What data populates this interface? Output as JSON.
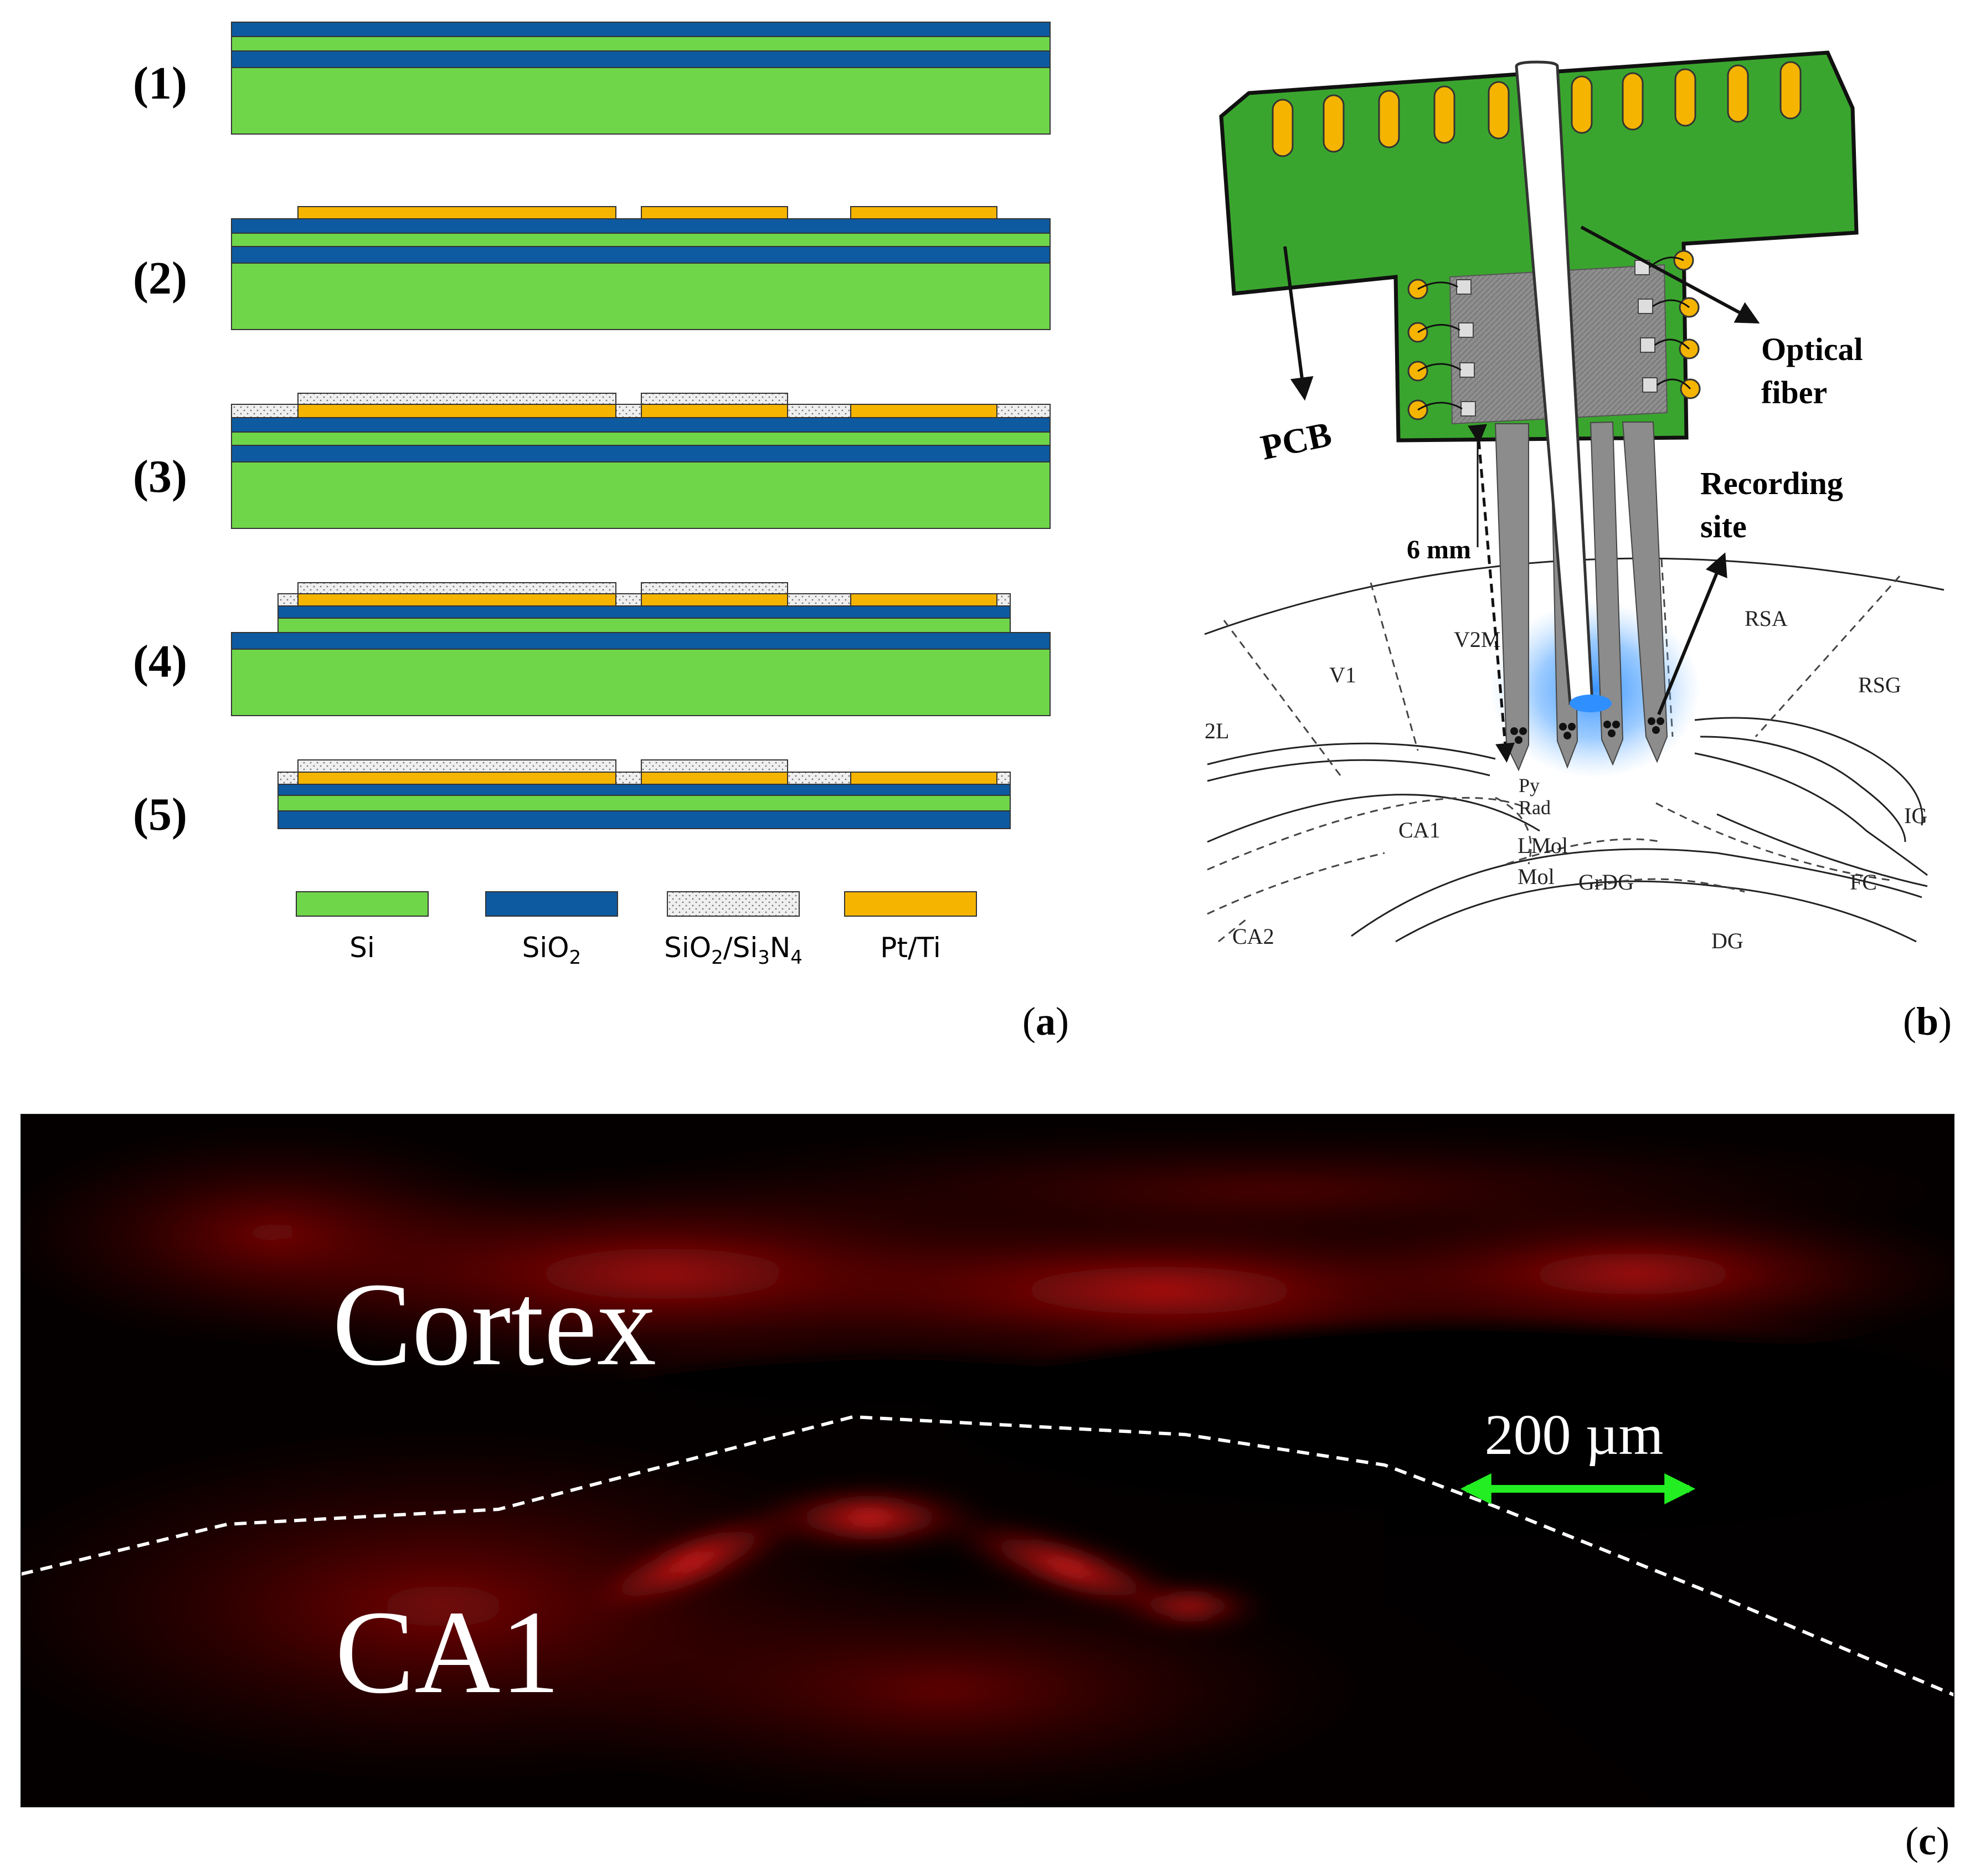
{
  "panel_a": {
    "steps": [
      "(1)",
      "(2)",
      "(3)",
      "(4)",
      "(5)"
    ],
    "legend": [
      {
        "name": "Si",
        "color": "#6fd64a"
      },
      {
        "name": "SiO2",
        "color": "#0e5aa0"
      },
      {
        "name": "SiO2/Si3N4",
        "color": "#e8e8e8"
      },
      {
        "name": "Pt/Ti",
        "color": "#f4b400"
      }
    ],
    "legend_text": {
      "si": "Si",
      "sio2_main": "SiO",
      "sio2_sub": "2",
      "nitride_a": "SiO",
      "nitride_b": "2",
      "nitride_c": "/Si",
      "nitride_d": "3",
      "nitride_e": "N",
      "nitride_f": "4",
      "ptti": "Pt/Ti"
    },
    "label": {
      "open": "(",
      "letter": "a",
      "close": ")"
    }
  },
  "panel_b": {
    "labels": {
      "pcb": "PCB",
      "optical_fiber_1": "Optical",
      "optical_fiber_2": "fiber",
      "recording_1": "Recording",
      "recording_2": "site",
      "depth": "6 mm"
    },
    "atlas_labels": {
      "v1": "V1",
      "v2m": "V2M",
      "rsa": "RSA",
      "rsg": "RSG",
      "l2": "2L",
      "py": "Py",
      "rad": "Rad",
      "ca1": "CA1",
      "lmol": "LMol",
      "mol": "Mol",
      "grdg": "GrDG",
      "ig": "IG",
      "fc": "FC",
      "ca2": "CA2",
      "dg": "DG"
    },
    "colors": {
      "pcb": "#3aa52e",
      "pad": "#f4b400",
      "shank": "#8c8c8c",
      "light": "#2f8fff"
    },
    "label": {
      "open": "(",
      "letter": "b",
      "close": ")"
    }
  },
  "panel_c": {
    "labels": {
      "cortex": "Cortex",
      "ca1": "CA1",
      "scale": "200 µm"
    },
    "colors": {
      "stain": "#ff1a1a",
      "scale_bar": "#22ee22"
    },
    "label": {
      "open": "(",
      "letter": "c",
      "close": ")"
    }
  }
}
